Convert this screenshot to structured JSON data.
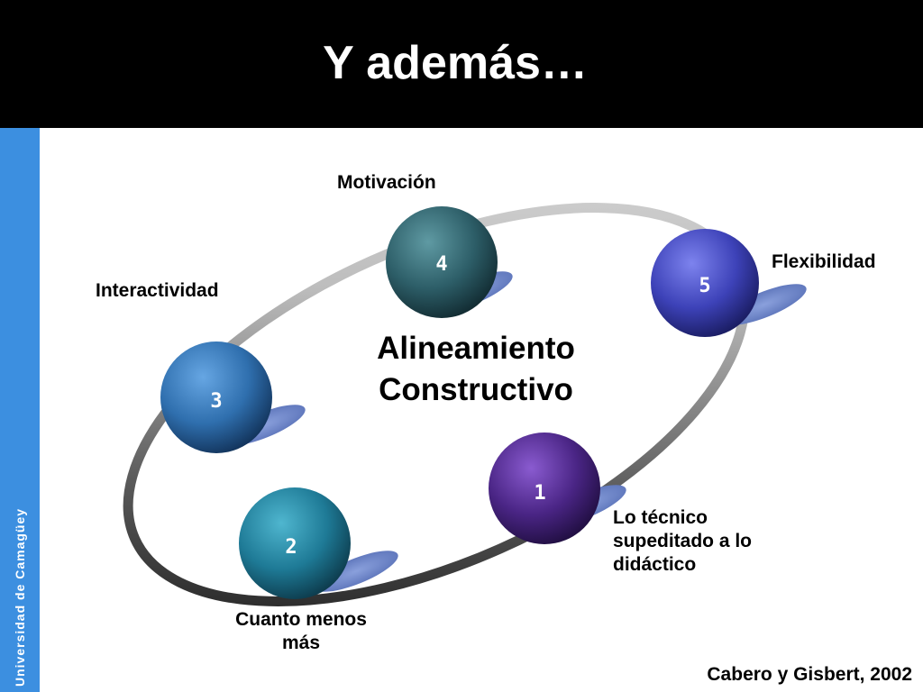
{
  "slide": {
    "title": "Y además…",
    "sidebar_text": "Universidad de Camagüey",
    "center_title_line1": "Alineamiento",
    "center_title_line2": "Constructivo",
    "citation": "Cabero y Gisbert, 2002"
  },
  "nodes": [
    {
      "number": "1",
      "label_lines": [
        "Lo técnico",
        "supeditado a lo",
        "didáctico"
      ],
      "color": "#4a2585"
    },
    {
      "number": "2",
      "label_lines": [
        "Cuanto menos",
        "más"
      ],
      "color": "#1e7a96"
    },
    {
      "number": "3",
      "label_lines": [
        "Interactividad"
      ],
      "color": "#2f6fae"
    },
    {
      "number": "4",
      "label_lines": [
        "Motivación"
      ],
      "color": "#2d5e68"
    },
    {
      "number": "5",
      "label_lines": [
        "Flexibilidad"
      ],
      "color": "#3d42b8"
    }
  ],
  "colors": {
    "title_bar": "#000000",
    "side_band": "#3c8fe0",
    "shadow": "#6f86c8"
  }
}
